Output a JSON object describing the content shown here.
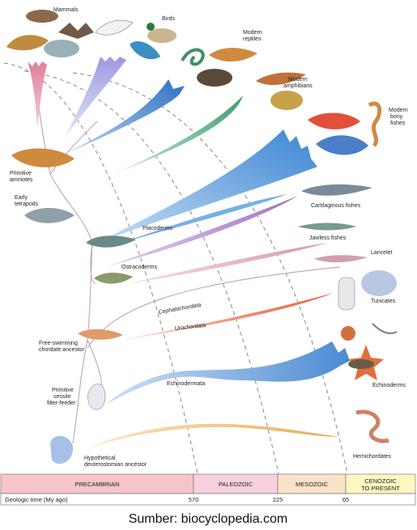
{
  "labels": {
    "mammals": "Mammals",
    "birds": "Birds",
    "modern_reptiles_1": "Modern",
    "modern_reptiles_2": "reptiles",
    "modern_amphibians_1": "Modern",
    "modern_amphibians_2": "amphibians",
    "modern_bony_fishes_1": "Modern",
    "modern_bony_fishes_2": "bony",
    "modern_bony_fishes_3": "fishes",
    "primitive_amniotes_1": "Primitive",
    "primitive_amniotes_2": "amniotes",
    "early_tetrapods_1": "Early",
    "early_tetrapods_2": "tetrapods",
    "cartilaginous_fishes": "Cartilaginous fishes",
    "jawless_fishes": "Jawless fishes",
    "placoderms": "Placoderms",
    "lancelet": "Lancelet",
    "ostracoderms": "Ostracoderms",
    "tunicates": "Tunicates",
    "cephalochordata": "Cephalochordata",
    "urochordata": "Urochordata",
    "free_swimming_1": "Free-swimming",
    "free_swimming_2": "chordate ancestor",
    "echinodermata": "Echinodermata",
    "echinoderms": "Echinoderms",
    "primitive_sessile_1": "Primitive",
    "primitive_sessile_2": "sessile",
    "primitive_sessile_3": "filter-feeder",
    "hypothetical_1": "Hypothetical",
    "hypothetical_2": "deuterostomian ancestor",
    "hemichordates": "Hemichordates"
  },
  "timeline": {
    "eras": [
      {
        "name": "PRECAMBRIAN",
        "color": "#f7c4cc"
      },
      {
        "name": "PALEOZOIC",
        "color": "#f7d0e0"
      },
      {
        "name": "MESOZOIC",
        "color": "#fce2c8"
      },
      {
        "name": "CENOZOIC",
        "name2": "TO PRESENT",
        "color": "#fdf8c0"
      }
    ],
    "axis_label": "Geologic time (My ago)",
    "ticks": [
      "570",
      "225",
      "65"
    ]
  },
  "caption": "Sumber: biocyclopedia.com",
  "colors": {
    "mammal_branch": "#e9a3b8",
    "bird_branch": "#b7b4e6",
    "reptile_branch": "#4f8fd4",
    "amphibian_branch": "#5fb487",
    "bony_fish_branch": "#4b91d6",
    "cartilaginous_branch": "#5aa0dd",
    "jawless_branch": "#b38fce",
    "lancelet_branch": "#e0b0c0",
    "tunicate_branch": "#ef7f5c",
    "echinoderm_branch": "#5c9ad6",
    "hemichordate_branch": "#f0c27e"
  }
}
